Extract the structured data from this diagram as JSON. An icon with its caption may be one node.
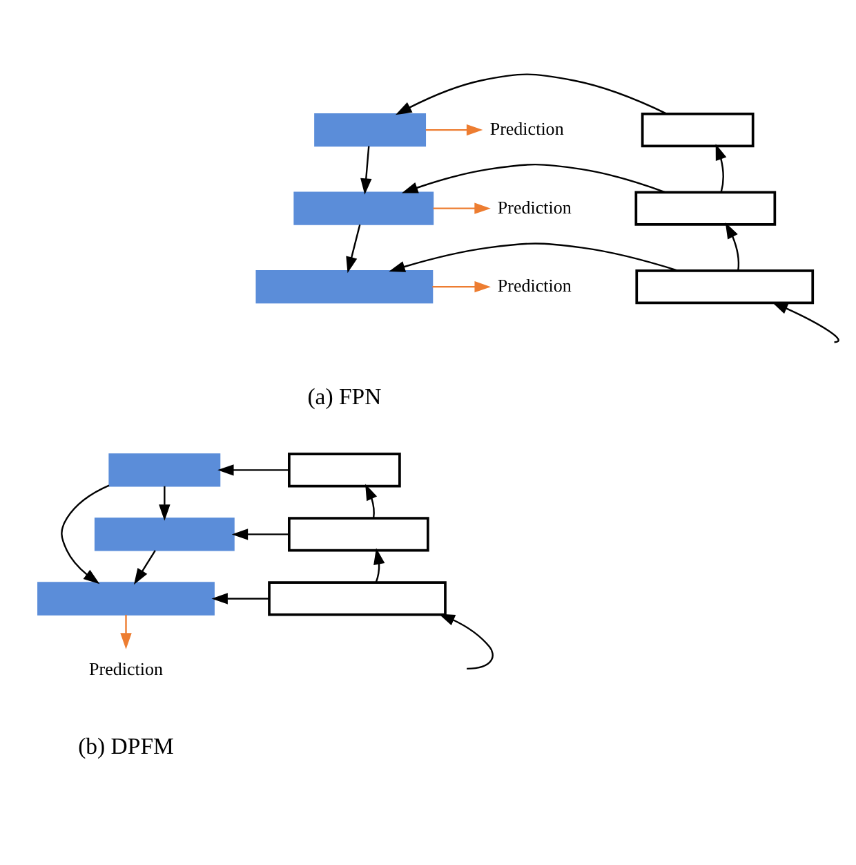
{
  "diagram": {
    "nodes": [
      {
        "text": [],
        "shape": "box"
      },
      {
        "text": [],
        "shape": "box"
      },
      {
        "text": [],
        "shape": "box"
      },
      {
        "text": [],
        "shape": "box"
      },
      {
        "text": [],
        "shape": "box"
      },
      {
        "text": [],
        "shape": "box"
      },
      {
        "text": [
          "Prediction"
        ]
      },
      {
        "text": [
          "Prediction"
        ]
      },
      {
        "text": [
          "Prediction"
        ]
      },
      {
        "text": [],
        "shape": "box"
      },
      {
        "text": [],
        "shape": "box"
      },
      {
        "text": [],
        "shape": "box"
      },
      {
        "text": [],
        "shape": "box"
      },
      {
        "text": [],
        "shape": "box"
      },
      {
        "text": [],
        "shape": "box"
      },
      {
        "text": [
          "Prediction"
        ]
      }
    ],
    "edges": [
      {
        "from": null,
        "to": 2,
        "arrow": "to"
      },
      {
        "from": 2,
        "to": 1,
        "arrow": "to"
      },
      {
        "from": 1,
        "to": 0,
        "arrow": "to"
      },
      {
        "from": 0,
        "to": 3,
        "arrow": "to"
      },
      {
        "from": 1,
        "to": 4,
        "arrow": "to"
      },
      {
        "from": 2,
        "to": 5,
        "arrow": "to"
      },
      {
        "from": 3,
        "to": 4,
        "arrow": "to"
      },
      {
        "from": 4,
        "to": 5,
        "arrow": "to"
      },
      {
        "from": 3,
        "to": 6,
        "arrow": "to",
        "color": "#ed7d31"
      },
      {
        "from": 4,
        "to": 7,
        "arrow": "to",
        "color": "#ed7d31"
      },
      {
        "from": 5,
        "to": 8,
        "arrow": "to",
        "color": "#ed7d31"
      },
      {
        "from": null,
        "to": 11,
        "arrow": "to"
      },
      {
        "from": 11,
        "to": 10,
        "arrow": "to"
      },
      {
        "from": 10,
        "to": 9,
        "arrow": "to"
      },
      {
        "from": 9,
        "to": 12,
        "arrow": "to"
      },
      {
        "from": 10,
        "to": 13,
        "arrow": "to"
      },
      {
        "from": 11,
        "to": 14,
        "arrow": "to"
      },
      {
        "from": 12,
        "to": 13,
        "arrow": "to"
      },
      {
        "from": 12,
        "to": 14,
        "arrow": "to"
      },
      {
        "from": 13,
        "to": 14,
        "arrow": "to"
      },
      {
        "from": 14,
        "to": 15,
        "arrow": "to",
        "color": "#ed7d31"
      }
    ],
    "labels": [
      "(a) FPN",
      "(b) DPFM"
    ]
  }
}
